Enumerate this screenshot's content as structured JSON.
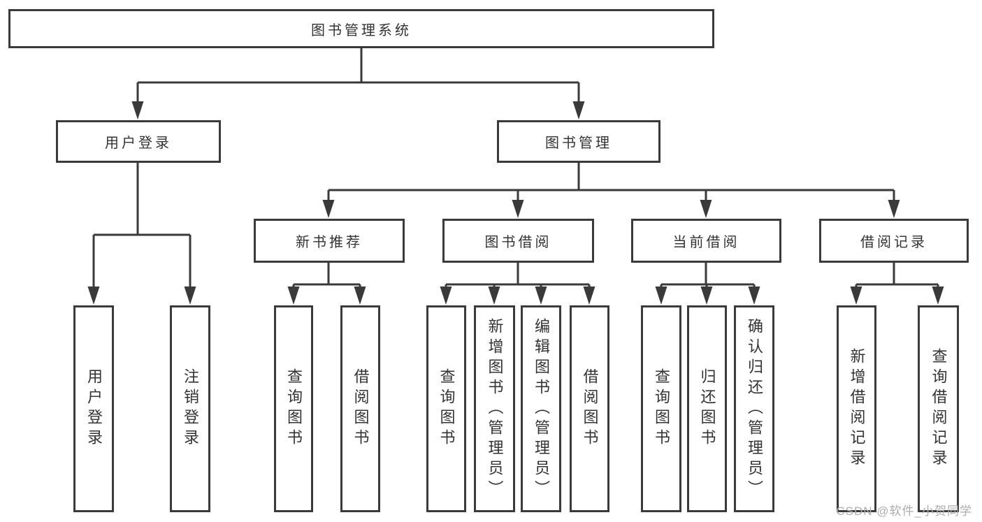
{
  "tree": {
    "label": "图书管理系统",
    "children": [
      {
        "label": "用户登录",
        "children": [
          {
            "label": "用户登录"
          },
          {
            "label": "注销登录"
          }
        ]
      },
      {
        "label": "图书管理",
        "children": [
          {
            "label": "新书推荐",
            "children": [
              {
                "label": "查询图书"
              },
              {
                "label": "借阅图书"
              }
            ]
          },
          {
            "label": "图书借阅",
            "children": [
              {
                "label": "查询图书"
              },
              {
                "label": "新增图书（管理员）"
              },
              {
                "label": "编辑图书（管理员）"
              },
              {
                "label": "借阅图书"
              }
            ]
          },
          {
            "label": "当前借阅",
            "children": [
              {
                "label": "查询图书"
              },
              {
                "label": "归还图书"
              },
              {
                "label": "确认归还（管理员）"
              }
            ]
          },
          {
            "label": "借阅记录",
            "children": [
              {
                "label": "新增借阅记录"
              },
              {
                "label": "查询借阅记录"
              }
            ]
          }
        ]
      }
    ]
  },
  "watermark": "CSDN @软件_小贺同学",
  "colors": {
    "line": "#3a3a3a",
    "text": "#333333",
    "background": "#ffffff",
    "watermark": "#adadad"
  }
}
